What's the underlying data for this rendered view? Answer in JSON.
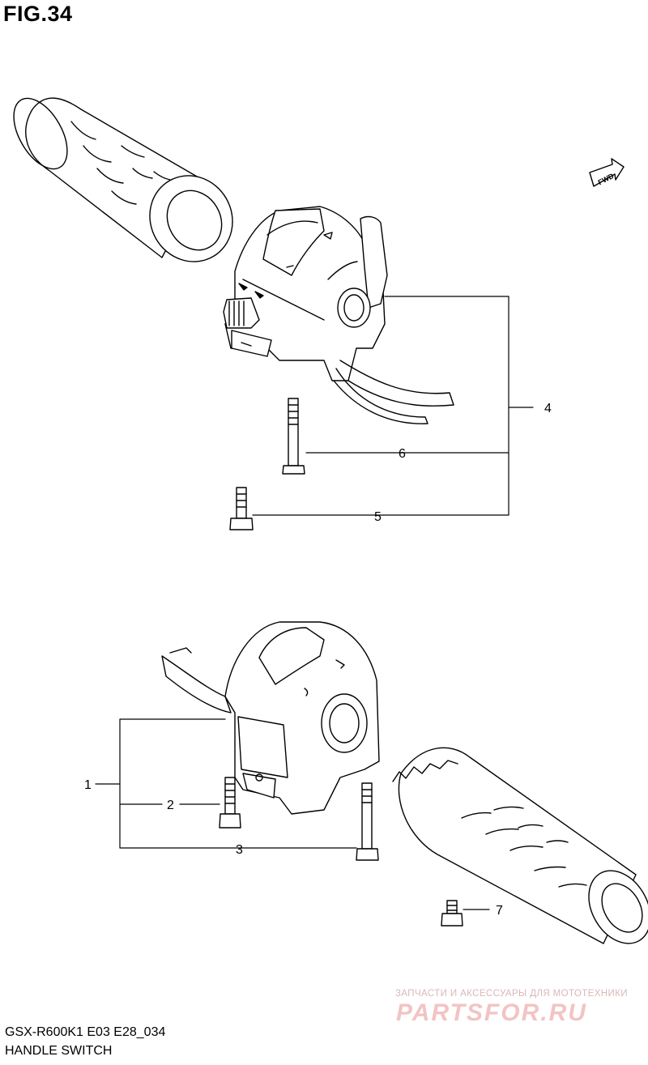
{
  "figure": {
    "title": "FIG.34"
  },
  "direction_badge": {
    "label": "FWD"
  },
  "callouts": [
    "1",
    "2",
    "3",
    "4",
    "5",
    "6",
    "7"
  ],
  "footer": {
    "model_code": "GSX-R600K1 E03 E28_034",
    "section_name": "HANDLE SWITCH"
  },
  "watermark": {
    "tagline": "ЗАПЧАСТИ И АКСЕССУАРЫ ДЛЯ МОТОТЕХНИКИ",
    "brand": "PARTSFOR.RU",
    "color": "#f2c4c4"
  }
}
